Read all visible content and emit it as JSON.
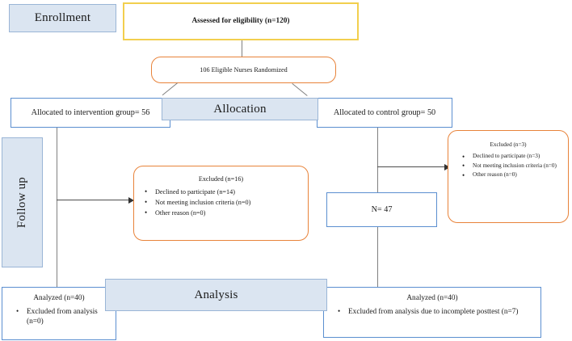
{
  "diagram": {
    "type": "consort-flow-diagram",
    "colors": {
      "banner_fill": "#dbe5f1",
      "banner_border": "#9ab5d6",
      "blue_border": "#5b8fd0",
      "yellow_border": "#f2cf4e",
      "orange_border": "#e8833a",
      "connector": "#808080",
      "arrow": "#333333",
      "background": "#ffffff"
    }
  },
  "stages": {
    "enrollment_label": "Enrollment",
    "allocation_label": "Allocation",
    "followup_label": "Follow up",
    "analysis_label": "Analysis"
  },
  "enrollment": {
    "assessed": "Assessed for eligibility (n=120)",
    "randomized": "106 Eligible Nurses Randomized"
  },
  "allocation": {
    "intervention": "Allocated to intervention group= 56",
    "control": "Allocated to control group= 50"
  },
  "excluded_intervention": {
    "title": "Excluded (n=16)",
    "reasons": [
      "Declined to participate (n=14)",
      "Not meeting inclusion criteria (n=0)",
      "Other reason (n=0)"
    ]
  },
  "excluded_control": {
    "title": "Excluded (n=3)",
    "reasons": [
      "Declined to participate (n=3)",
      "Not meeting inclusion criteria (n=0)",
      "Other reason (n=0)"
    ]
  },
  "followup": {
    "control_remaining": "N= 47"
  },
  "analysis": {
    "left_title": "Analyzed (n=40)",
    "left_notes": [
      "Excluded from analysis (n=0)"
    ],
    "right_title": "Analyzed (n=40)",
    "right_notes": [
      "Excluded from analysis  due to incomplete posttest (n=7)"
    ]
  }
}
